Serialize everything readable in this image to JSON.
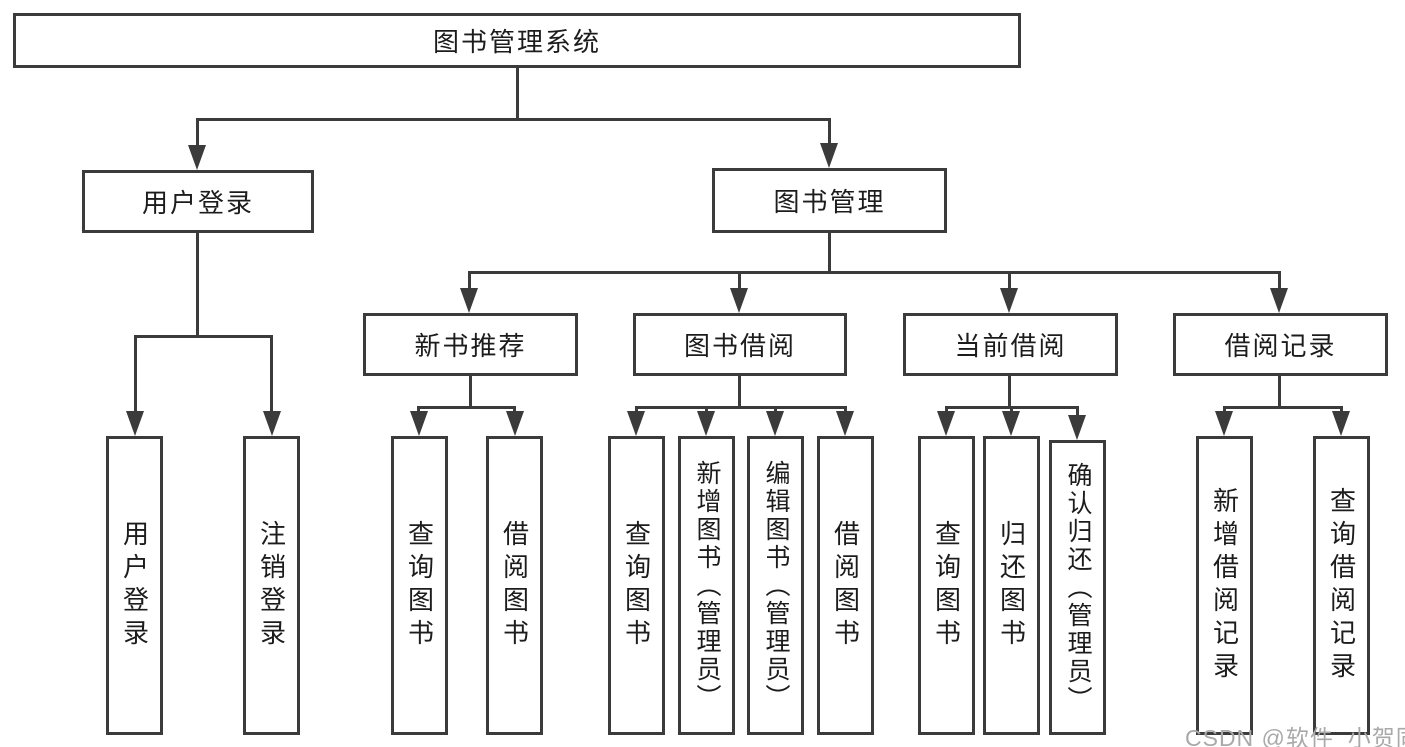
{
  "diagram": {
    "root": {
      "label": "图书管理系统"
    },
    "branches": [
      {
        "label": "用户登录",
        "children": [
          {
            "label": "用户登录"
          },
          {
            "label": "注销登录"
          }
        ]
      },
      {
        "label": "图书管理",
        "groups": [
          {
            "label": "新书推荐",
            "children": [
              {
                "label": "查询图书"
              },
              {
                "label": "借阅图书"
              }
            ]
          },
          {
            "label": "图书借阅",
            "children": [
              {
                "label": "查询图书"
              },
              {
                "label": "新增图书（管理员）"
              },
              {
                "label": "编辑图书（管理员）"
              },
              {
                "label": "借阅图书"
              }
            ]
          },
          {
            "label": "当前借阅",
            "children": [
              {
                "label": "查询图书"
              },
              {
                "label": "归还图书"
              },
              {
                "label": "确认归还（管理员）"
              }
            ]
          },
          {
            "label": "借阅记录",
            "children": [
              {
                "label": "新增借阅记录"
              },
              {
                "label": "查询借阅记录"
              }
            ]
          }
        ]
      }
    ]
  },
  "watermark": {
    "text": "CSDN @软件_小贺同学"
  },
  "colors": {
    "line": "#3b3b3b",
    "text": "#1c1c1c",
    "background": "#ffffff",
    "watermark": "#a9a9a9"
  }
}
